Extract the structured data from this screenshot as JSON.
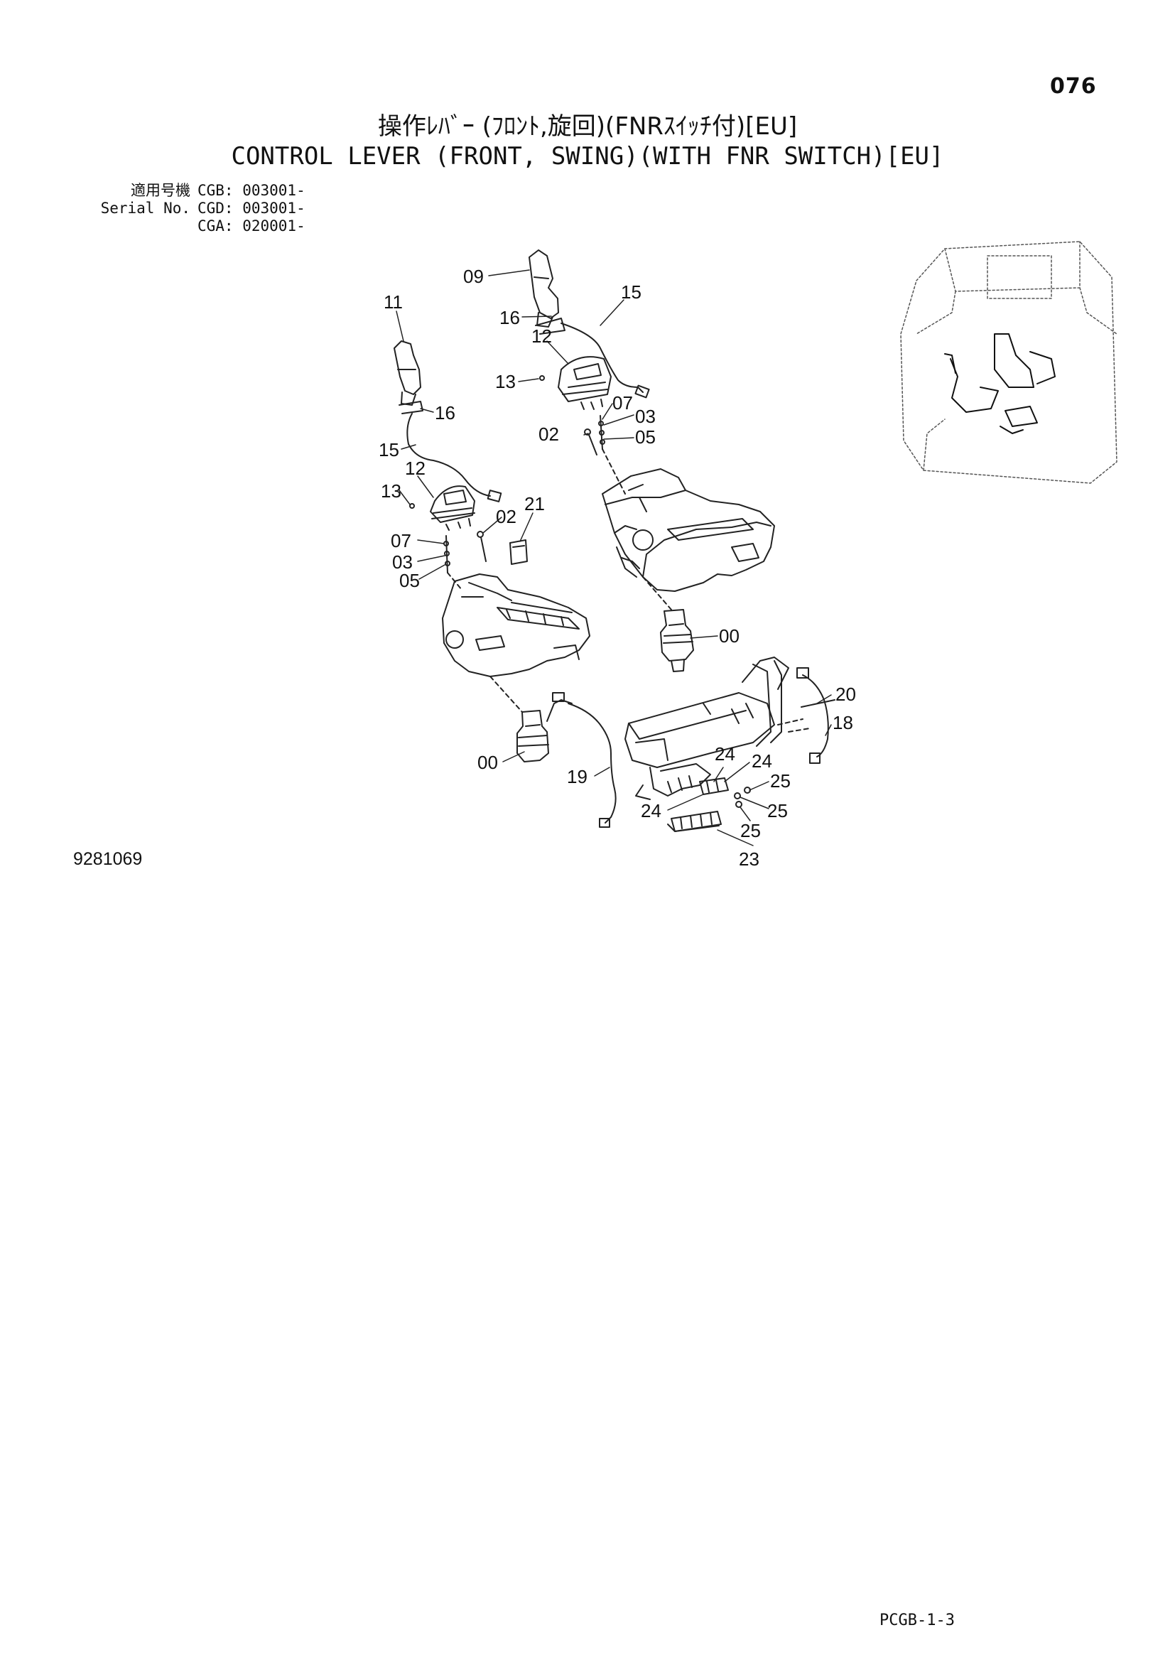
{
  "page_number": "076",
  "title_jp": "操作ﾚﾊﾞｰ (ﾌﾛﾝﾄ,旋回)(FNRｽｲｯﾁ付)[EU]",
  "title_en": "CONTROL LEVER (FRONT, SWING)(WITH FNR SWITCH)[EU]",
  "serial": {
    "label_jp": "適用号機",
    "label_en": "Serial No.",
    "entries": [
      "CGB: 003001-",
      "CGD: 003001-",
      "CGA: 020001-"
    ]
  },
  "drawing_number": "9281069",
  "footer_code": "PCGB-1-3",
  "callouts": {
    "c09": "09",
    "c15a": "15",
    "c16a": "16",
    "c12a": "12",
    "c13a": "13",
    "c07a": "07",
    "c03a": "03",
    "c02a": "02",
    "c05a": "05",
    "c11": "11",
    "c16b": "16",
    "c15b": "15",
    "c12b": "12",
    "c13b": "13",
    "c02b": "02",
    "c21": "21",
    "c07b": "07",
    "c03b": "03",
    "c05b": "05",
    "c00a": "00",
    "c00b": "00",
    "c19": "19",
    "c20": "20",
    "c18": "18",
    "c24a": "24",
    "c24b": "24",
    "c25a": "25",
    "c24c": "24",
    "c25b": "25",
    "c25c": "25",
    "c23": "23"
  }
}
